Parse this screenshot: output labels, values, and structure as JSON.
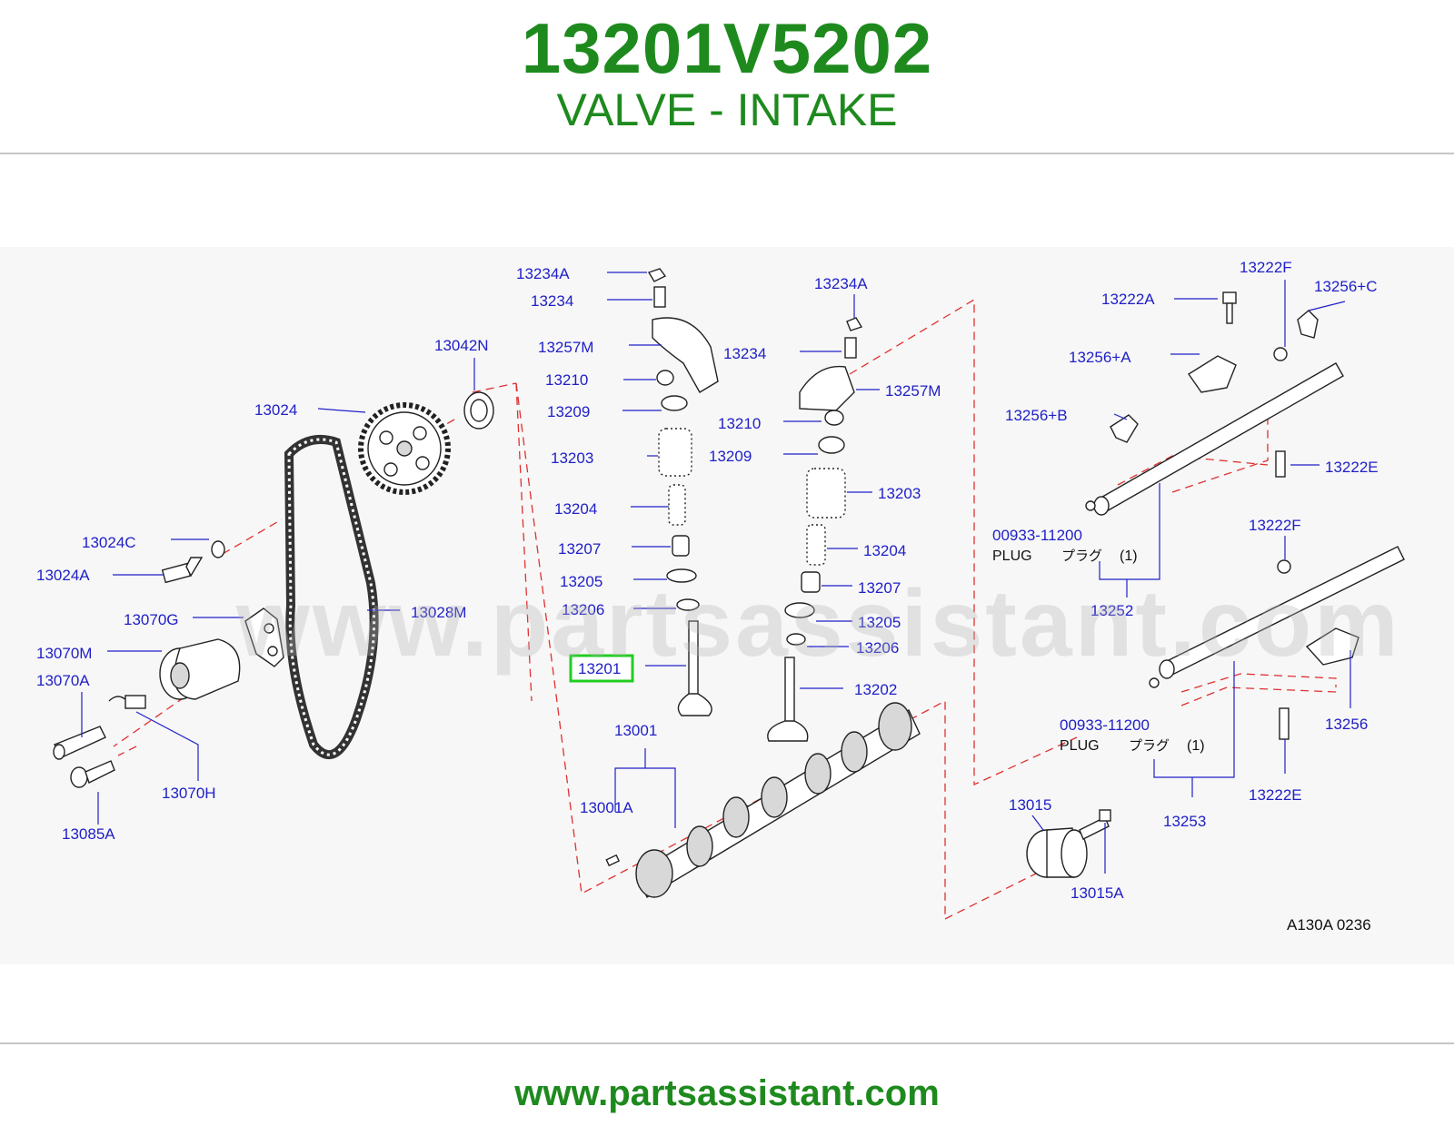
{
  "header": {
    "part_number": "13201V5202",
    "part_name": "VALVE - INTAKE"
  },
  "watermark": "www.partsassistant.com",
  "footer": {
    "url": "www.partsassistant.com"
  },
  "diagram": {
    "code": "A130A   0236",
    "highlighted": "13201",
    "labels": {
      "l13234A_a": "13234A",
      "l13234_a": "13234",
      "l13257M_a": "13257M",
      "l13210_a": "13210",
      "l13209_a": "13209",
      "l13203_a": "13203",
      "l13204_a": "13204",
      "l13207_a": "13207",
      "l13205_a": "13205",
      "l13206_a": "13206",
      "l13201": "13201",
      "l13234A_b": "13234A",
      "l13234_b": "13234",
      "l13257M_b": "13257M",
      "l13210_b": "13210",
      "l13209_b": "13209",
      "l13203_b": "13203",
      "l13204_b": "13204",
      "l13207_b": "13207",
      "l13205_b": "13205",
      "l13206_b": "13206",
      "l13202": "13202",
      "l13001": "13001",
      "l13001A": "13001A",
      "l13042N": "13042N",
      "l13024": "13024",
      "l13024C": "13024C",
      "l13024A": "13024A",
      "l13070G": "13070G",
      "l13028M": "13028M",
      "l13070M": "13070M",
      "l13070A": "13070A",
      "l13070H": "13070H",
      "l13085A": "13085A",
      "l13222F_a": "13222F",
      "l13222A": "13222A",
      "l13256C": "13256+C",
      "l13256A": "13256+A",
      "l13256B": "13256+B",
      "l13222E_a": "13222E",
      "l00933_a": "00933-11200",
      "l13252": "13252",
      "l13222F_b": "13222F",
      "l00933_b": "00933-11200",
      "l13256": "13256",
      "l13222E_b": "13222E",
      "l13253": "13253",
      "l13015": "13015",
      "l13015A": "13015A"
    },
    "plug_a": {
      "name": "PLUG",
      "jp": "プラグ",
      "qty": "(1)"
    },
    "plug_b": {
      "name": "PLUG",
      "jp": "プラグ",
      "qty": "(1)"
    }
  }
}
